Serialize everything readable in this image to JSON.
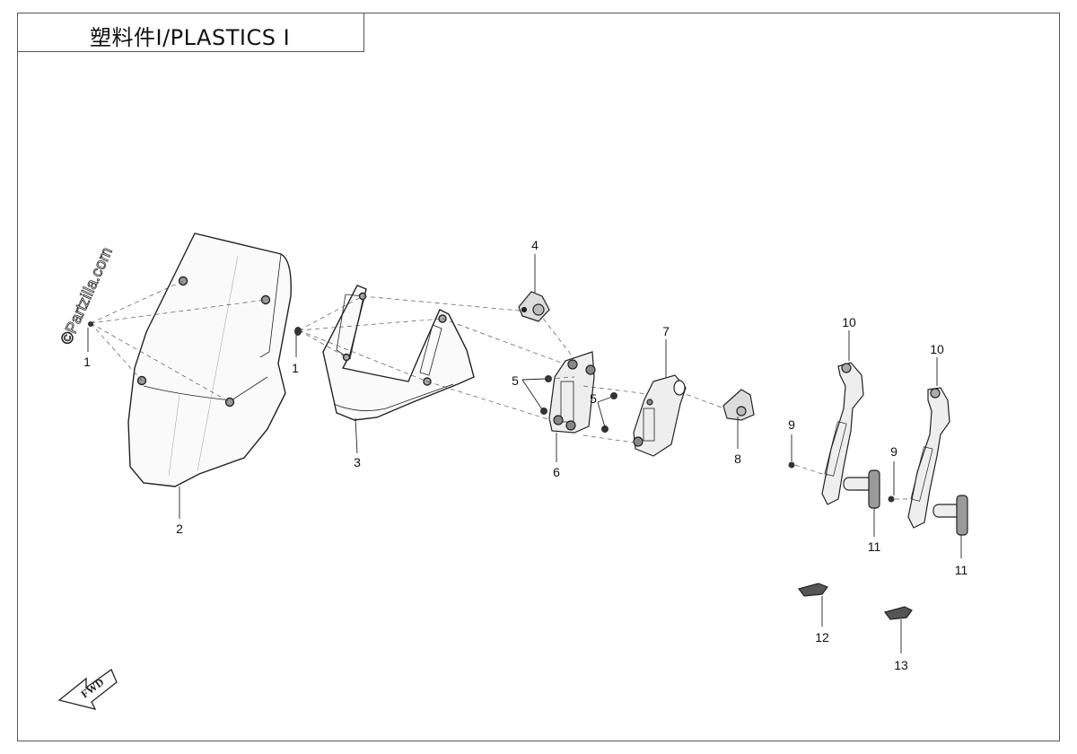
{
  "title": "塑料件Ⅰ/PLASTICS Ⅰ",
  "watermark": "©Partzilla.com",
  "direction_marker": "FWD",
  "callouts": [
    "1",
    "2",
    "1",
    "3",
    "4",
    "5",
    "5",
    "6",
    "7",
    "8",
    "9",
    "10",
    "9",
    "10",
    "11",
    "11",
    "12",
    "13"
  ]
}
